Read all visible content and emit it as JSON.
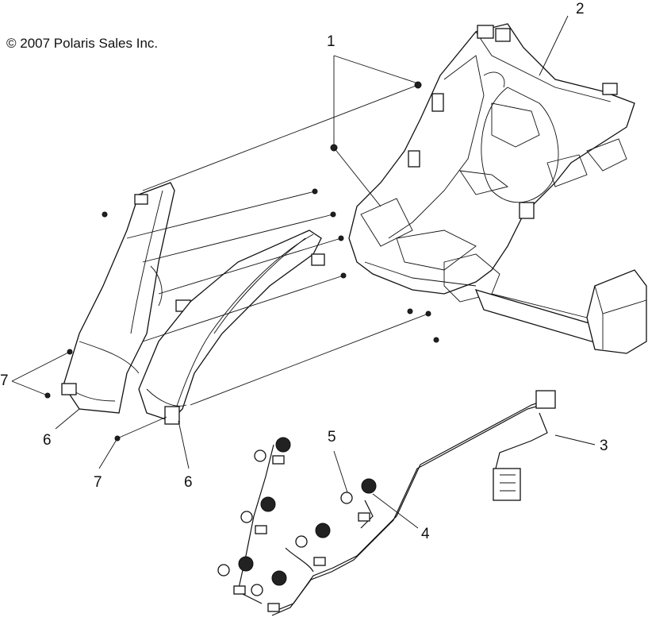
{
  "copyright": "© 2007 Polaris Sales Inc.",
  "callouts": [
    "1",
    "2",
    "3",
    "4",
    "5",
    "6",
    "6",
    "7",
    "7"
  ]
}
